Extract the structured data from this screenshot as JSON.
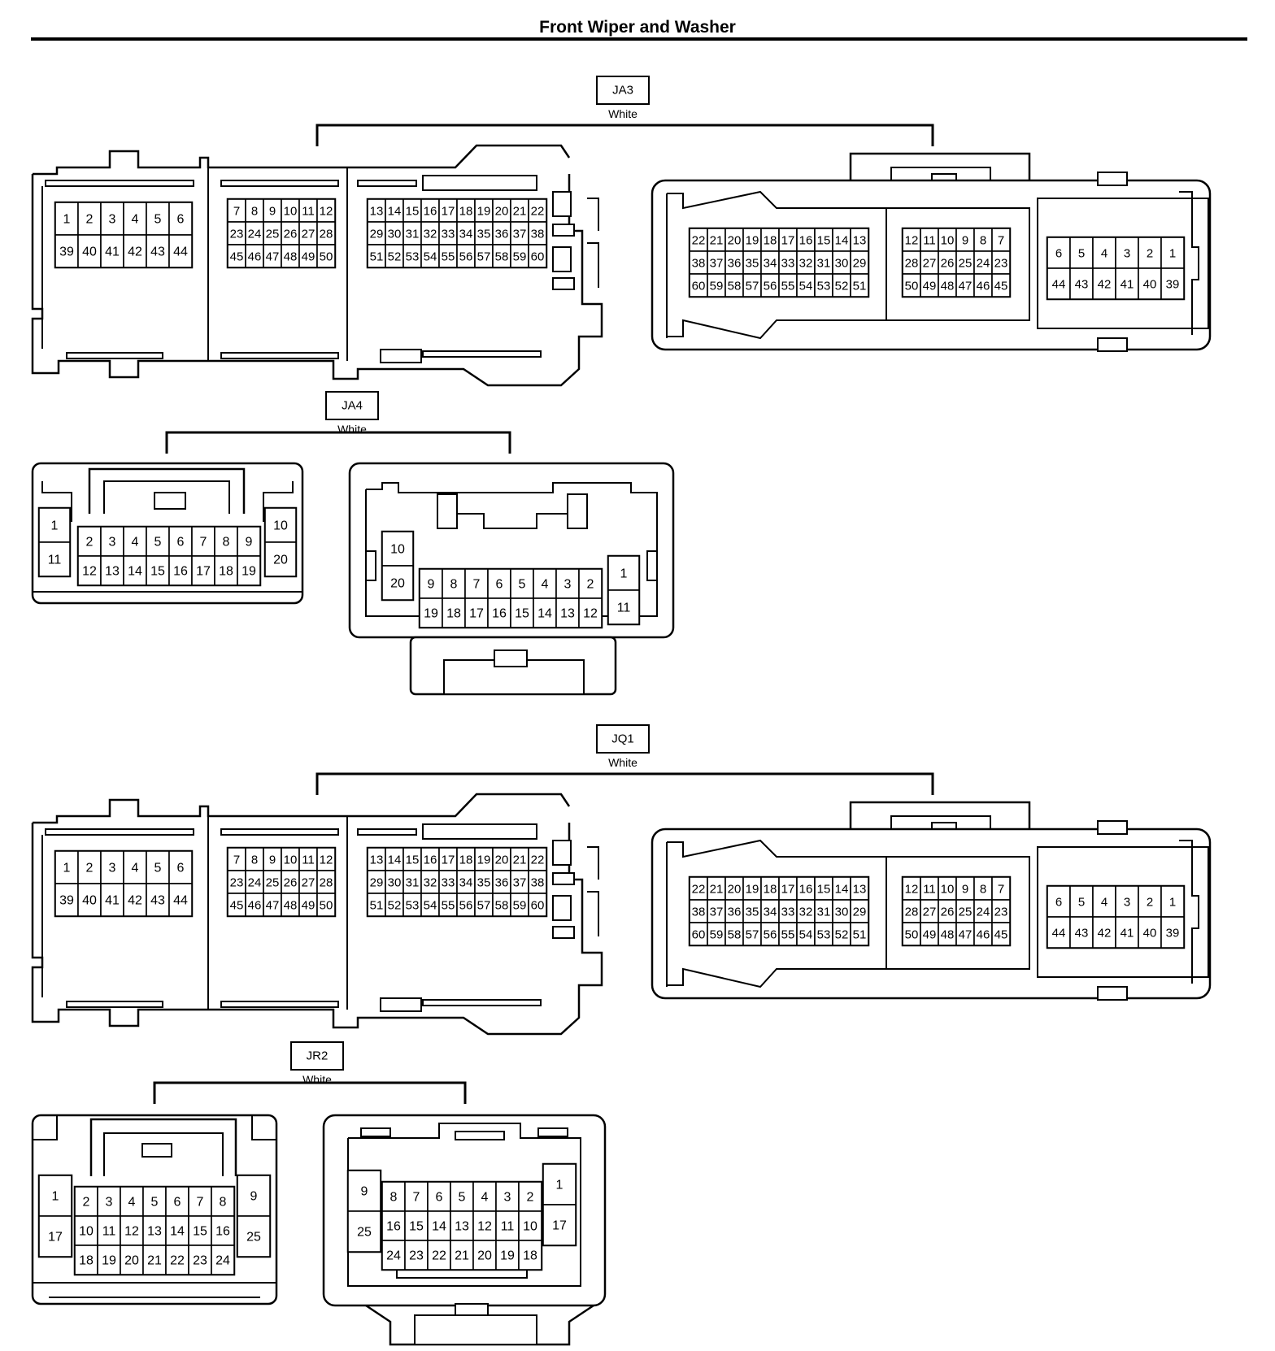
{
  "page": {
    "title": "Front Wiper and Washer"
  },
  "connectors": [
    {
      "id": "JA3",
      "color": "White",
      "layout": "big",
      "male": {
        "left": [
          [
            "1",
            "2",
            "3",
            "4",
            "5",
            "6"
          ],
          [
            "39",
            "40",
            "41",
            "42",
            "43",
            "44"
          ]
        ],
        "middle": [
          [
            "7",
            "8",
            "9",
            "10",
            "11",
            "12"
          ],
          [
            "23",
            "24",
            "25",
            "26",
            "27",
            "28"
          ],
          [
            "45",
            "46",
            "47",
            "48",
            "49",
            "50"
          ]
        ],
        "right": [
          [
            "13",
            "14",
            "15",
            "16",
            "17",
            "18",
            "19",
            "20",
            "21",
            "22"
          ],
          [
            "29",
            "30",
            "31",
            "32",
            "33",
            "34",
            "35",
            "36",
            "37",
            "38"
          ],
          [
            "51",
            "52",
            "53",
            "54",
            "55",
            "56",
            "57",
            "58",
            "59",
            "60"
          ]
        ]
      },
      "female": {
        "left": [
          [
            "22",
            "21",
            "20",
            "19",
            "18",
            "17",
            "16",
            "15",
            "14",
            "13"
          ],
          [
            "38",
            "37",
            "36",
            "35",
            "34",
            "33",
            "32",
            "31",
            "30",
            "29"
          ],
          [
            "60",
            "59",
            "58",
            "57",
            "56",
            "55",
            "54",
            "53",
            "52",
            "51"
          ]
        ],
        "middle": [
          [
            "12",
            "11",
            "10",
            "9",
            "8",
            "7"
          ],
          [
            "28",
            "27",
            "26",
            "25",
            "24",
            "23"
          ],
          [
            "50",
            "49",
            "48",
            "47",
            "46",
            "45"
          ]
        ],
        "right": [
          [
            "6",
            "5",
            "4",
            "3",
            "2",
            "1"
          ],
          [
            "44",
            "43",
            "42",
            "41",
            "40",
            "39"
          ]
        ]
      }
    },
    {
      "id": "JA4",
      "color": "White",
      "layout": "small",
      "male": {
        "side_left": [
          "1",
          "11"
        ],
        "side_right": [
          "10",
          "20"
        ],
        "center": [
          [
            "2",
            "3",
            "4",
            "5",
            "6",
            "7",
            "8",
            "9"
          ],
          [
            "12",
            "13",
            "14",
            "15",
            "16",
            "17",
            "18",
            "19"
          ]
        ]
      },
      "female": {
        "side_left": [
          "10",
          "20"
        ],
        "side_right": [
          "1",
          "11"
        ],
        "center": [
          [
            "9",
            "8",
            "7",
            "6",
            "5",
            "4",
            "3",
            "2"
          ],
          [
            "19",
            "18",
            "17",
            "16",
            "15",
            "14",
            "13",
            "12"
          ]
        ]
      }
    },
    {
      "id": "JQ1",
      "color": "White",
      "layout": "big",
      "male": {
        "left": [
          [
            "1",
            "2",
            "3",
            "4",
            "5",
            "6"
          ],
          [
            "39",
            "40",
            "41",
            "42",
            "43",
            "44"
          ]
        ],
        "middle": [
          [
            "7",
            "8",
            "9",
            "10",
            "11",
            "12"
          ],
          [
            "23",
            "24",
            "25",
            "26",
            "27",
            "28"
          ],
          [
            "45",
            "46",
            "47",
            "48",
            "49",
            "50"
          ]
        ],
        "right": [
          [
            "13",
            "14",
            "15",
            "16",
            "17",
            "18",
            "19",
            "20",
            "21",
            "22"
          ],
          [
            "29",
            "30",
            "31",
            "32",
            "33",
            "34",
            "35",
            "36",
            "37",
            "38"
          ],
          [
            "51",
            "52",
            "53",
            "54",
            "55",
            "56",
            "57",
            "58",
            "59",
            "60"
          ]
        ]
      },
      "female": {
        "left": [
          [
            "22",
            "21",
            "20",
            "19",
            "18",
            "17",
            "16",
            "15",
            "14",
            "13"
          ],
          [
            "38",
            "37",
            "36",
            "35",
            "34",
            "33",
            "32",
            "31",
            "30",
            "29"
          ],
          [
            "60",
            "59",
            "58",
            "57",
            "56",
            "55",
            "54",
            "53",
            "52",
            "51"
          ]
        ],
        "middle": [
          [
            "12",
            "11",
            "10",
            "9",
            "8",
            "7"
          ],
          [
            "28",
            "27",
            "26",
            "25",
            "24",
            "23"
          ],
          [
            "50",
            "49",
            "48",
            "47",
            "46",
            "45"
          ]
        ],
        "right": [
          [
            "6",
            "5",
            "4",
            "3",
            "2",
            "1"
          ],
          [
            "44",
            "43",
            "42",
            "41",
            "40",
            "39"
          ]
        ]
      }
    },
    {
      "id": "JR2",
      "color": "White",
      "layout": "small3",
      "male": {
        "side_left": [
          "1",
          "17"
        ],
        "side_right": [
          "9",
          "25"
        ],
        "center": [
          [
            "2",
            "3",
            "4",
            "5",
            "6",
            "7",
            "8"
          ],
          [
            "10",
            "11",
            "12",
            "13",
            "14",
            "15",
            "16"
          ],
          [
            "18",
            "19",
            "20",
            "21",
            "22",
            "23",
            "24"
          ]
        ]
      },
      "female": {
        "side_left": [
          "9",
          "25"
        ],
        "side_right": [
          "1",
          "17"
        ],
        "center": [
          [
            "8",
            "7",
            "6",
            "5",
            "4",
            "3",
            "2"
          ],
          [
            "16",
            "15",
            "14",
            "13",
            "12",
            "11",
            "10"
          ],
          [
            "24",
            "23",
            "22",
            "21",
            "20",
            "19",
            "18"
          ]
        ]
      }
    }
  ]
}
